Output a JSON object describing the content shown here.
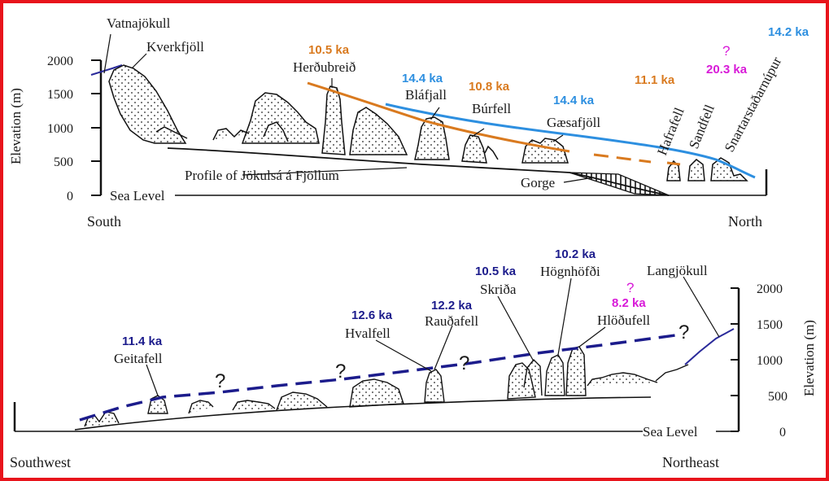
{
  "colors": {
    "border": "#e8141c",
    "orange": "#d97a1f",
    "blue": "#2d8fe0",
    "navy": "#1c1c8c",
    "magenta": "#d81ad8"
  },
  "top": {
    "y_axis_title": "Elevation (m)",
    "y_ticks": [
      "2000",
      "1500",
      "1000",
      "500",
      "0"
    ],
    "sea_level": "Sea Level",
    "dir_left": "South",
    "dir_right": "North",
    "places": {
      "vatnajokull": "Vatnajökull",
      "kverkfjoll": "Kverkfjöll",
      "herdubreid": "Herðubreið",
      "blafjall": "Bláfjall",
      "burfell": "Búrfell",
      "gaesafjoll": "Gæsafjöll",
      "hafrafell": "Hafrafell",
      "sandfell": "Sandfell",
      "snartarstadanupur": "Snartarstaðarnúpur"
    },
    "ages": {
      "herdubreid": "10.5 ka",
      "blafjall": "14.4 ka",
      "burfell": "10.8 ka",
      "gaesafjoll": "14.4 ka",
      "hafrafell": "11.1 ka",
      "sandfell": "20.3 ka",
      "snartarstadanupur": "14.2 ka"
    },
    "sandfell_question": "?",
    "profile_label": "Profile of Jökulsá á Fjöllum",
    "gorge_label": "Gorge"
  },
  "bottom": {
    "y_axis_title": "Elevation (m)",
    "y_ticks": [
      "2000",
      "1500",
      "1000",
      "500",
      "0"
    ],
    "sea_level": "Sea Level",
    "dir_left": "Southwest",
    "dir_right": "Northeast",
    "places": {
      "geitafell": "Geitafell",
      "hvalfell": "Hvalfell",
      "raudafell": "Rauðafell",
      "skrida": "Skriða",
      "hognhofdi": "Högnhöfði",
      "hlodufell": "Hlöðufell",
      "langjokull": "Langjökull"
    },
    "ages": {
      "geitafell": "11.4 ka",
      "hvalfell": "12.6 ka",
      "raudafell": "12.2 ka",
      "skrida": "10.5 ka",
      "hognhofdi": "10.2 ka",
      "hlodufell": "8.2 ka"
    },
    "hlodufell_question": "?",
    "questions": [
      "?",
      "?",
      "?",
      "?"
    ]
  }
}
